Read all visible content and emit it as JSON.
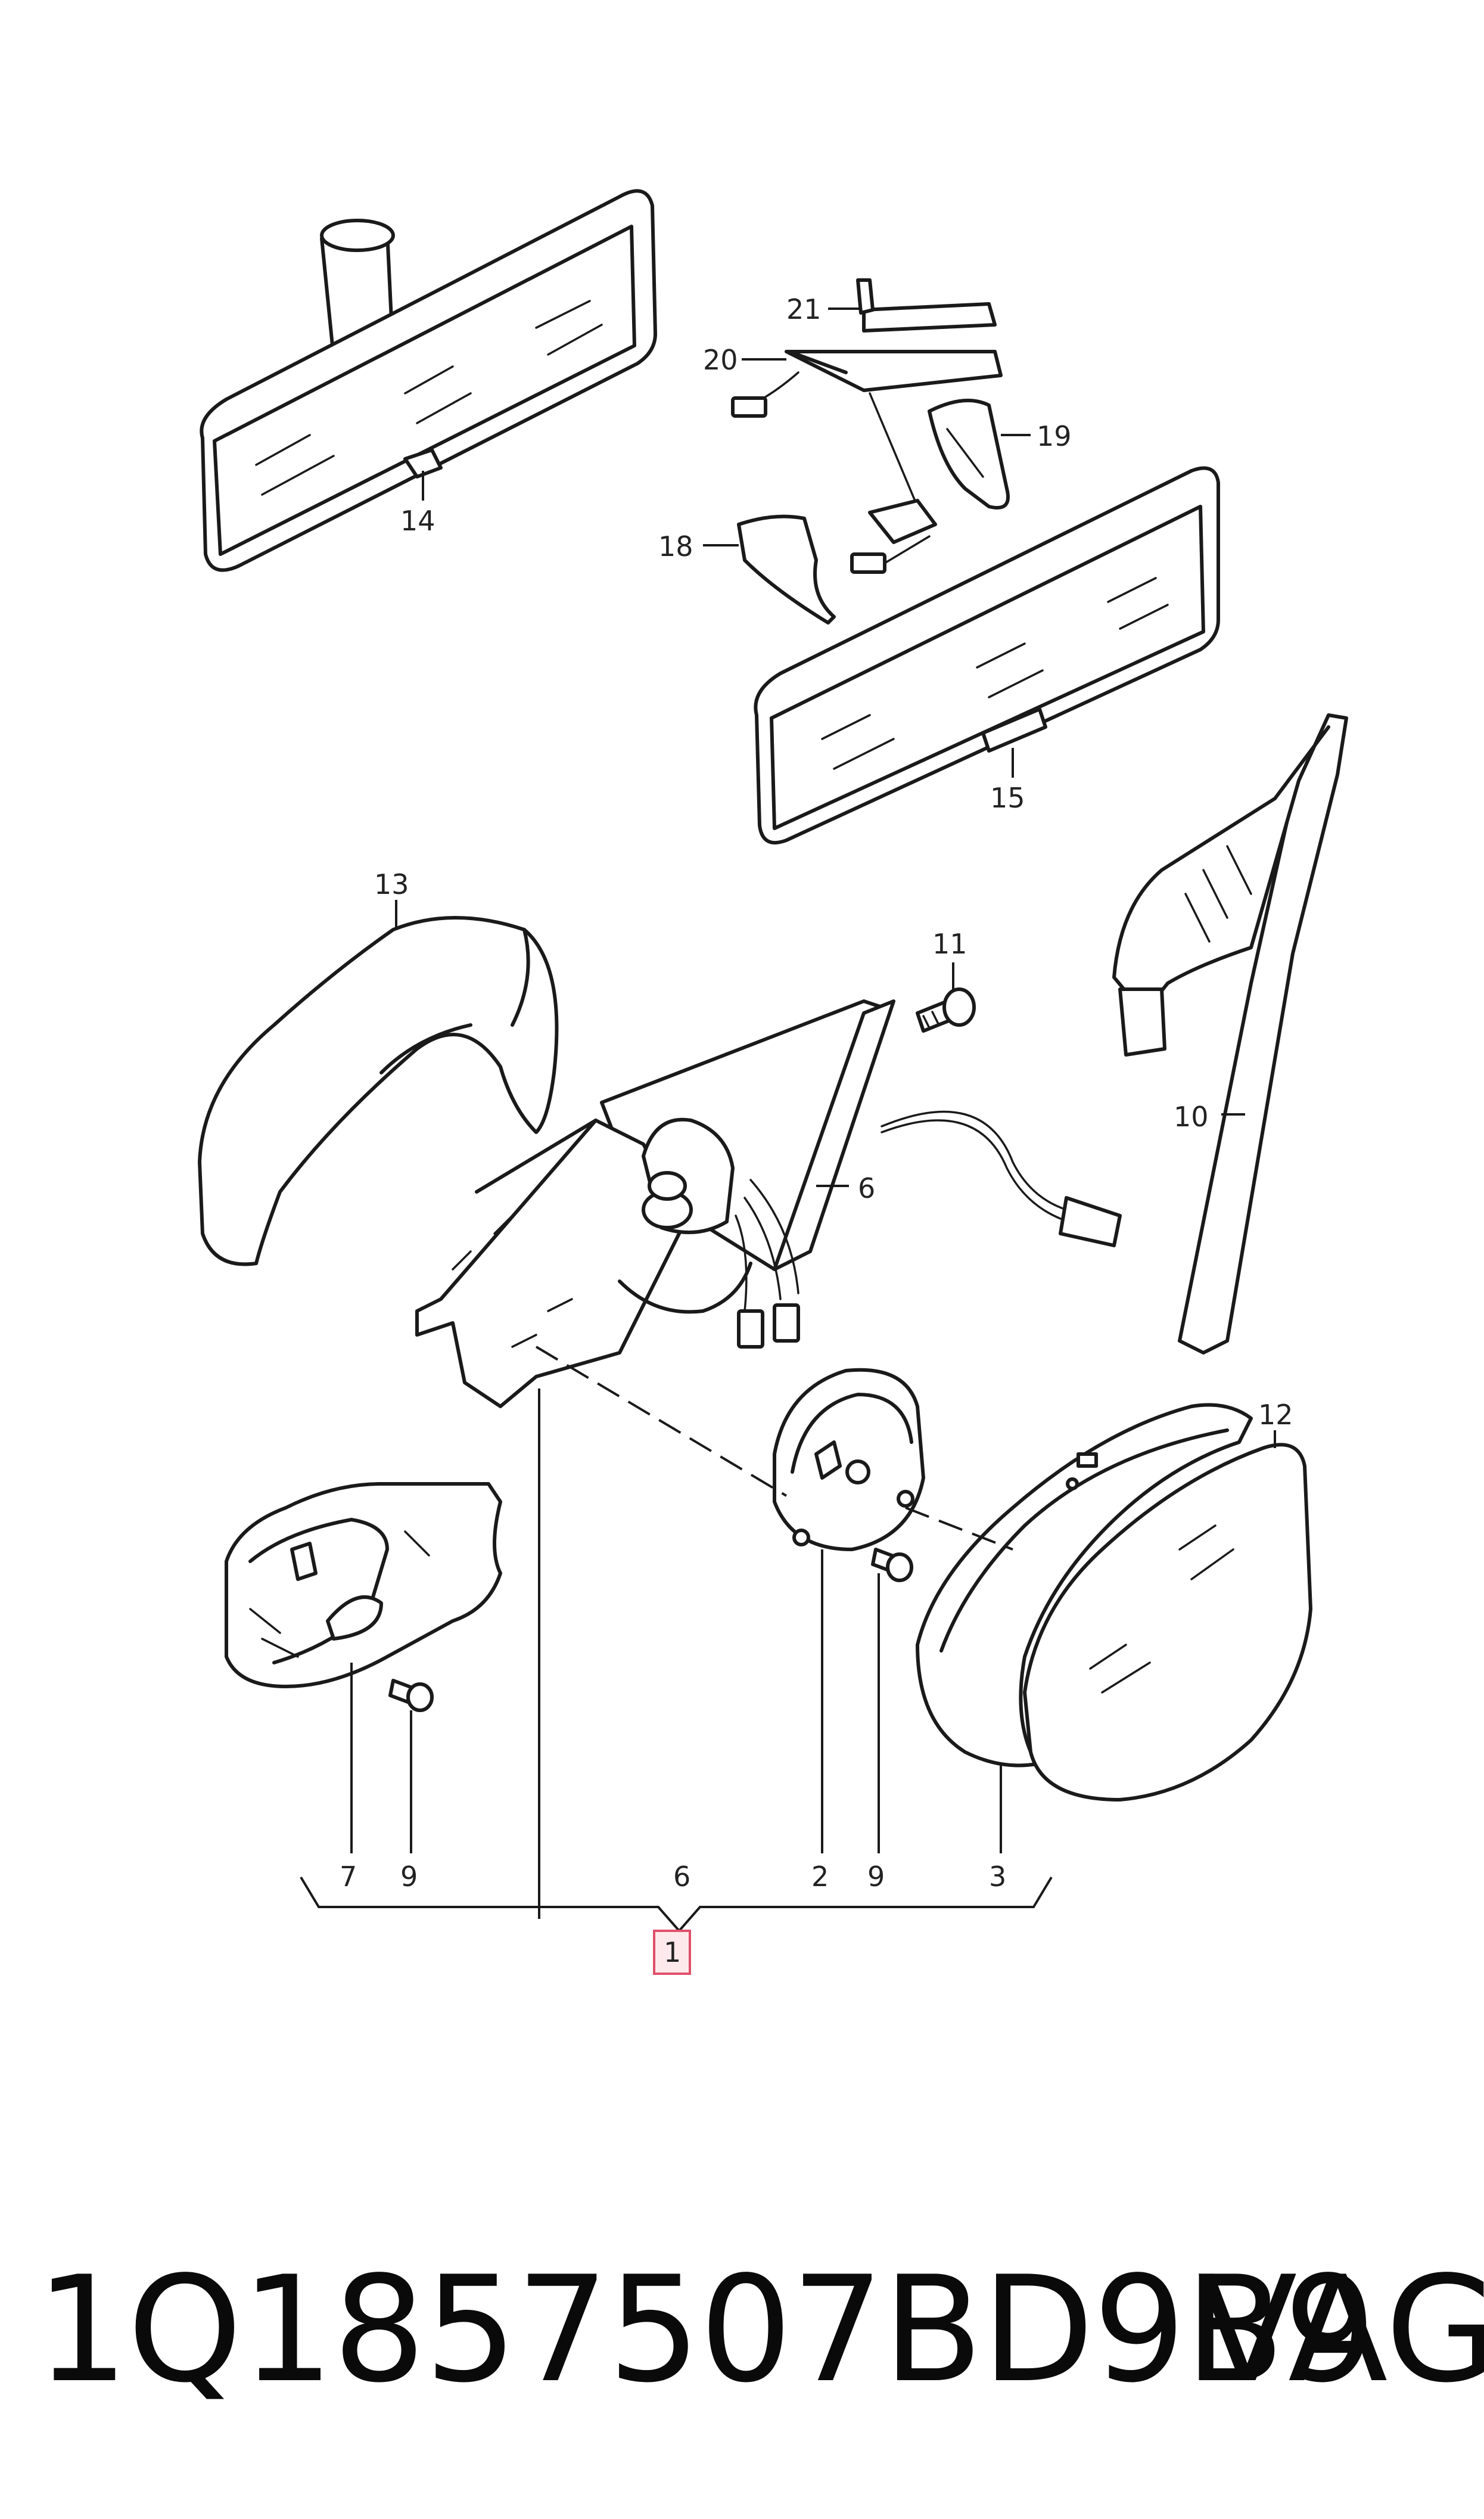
{
  "diagram": {
    "callouts": {
      "c14": "14",
      "c21": "21",
      "c20": "20",
      "c19": "19",
      "c18": "18",
      "c15": "15",
      "c13": "13",
      "c11": "11",
      "c6_top": "6",
      "c10": "10",
      "c12": "12",
      "b7": "7",
      "b9a": "9",
      "b6": "6",
      "b2": "2",
      "b9b": "9",
      "b3": "3",
      "b1": "1"
    },
    "highlight_color": "#e0506a"
  },
  "footer": {
    "part_number": "1Q1857507BD9B9",
    "brand": "VAG"
  }
}
